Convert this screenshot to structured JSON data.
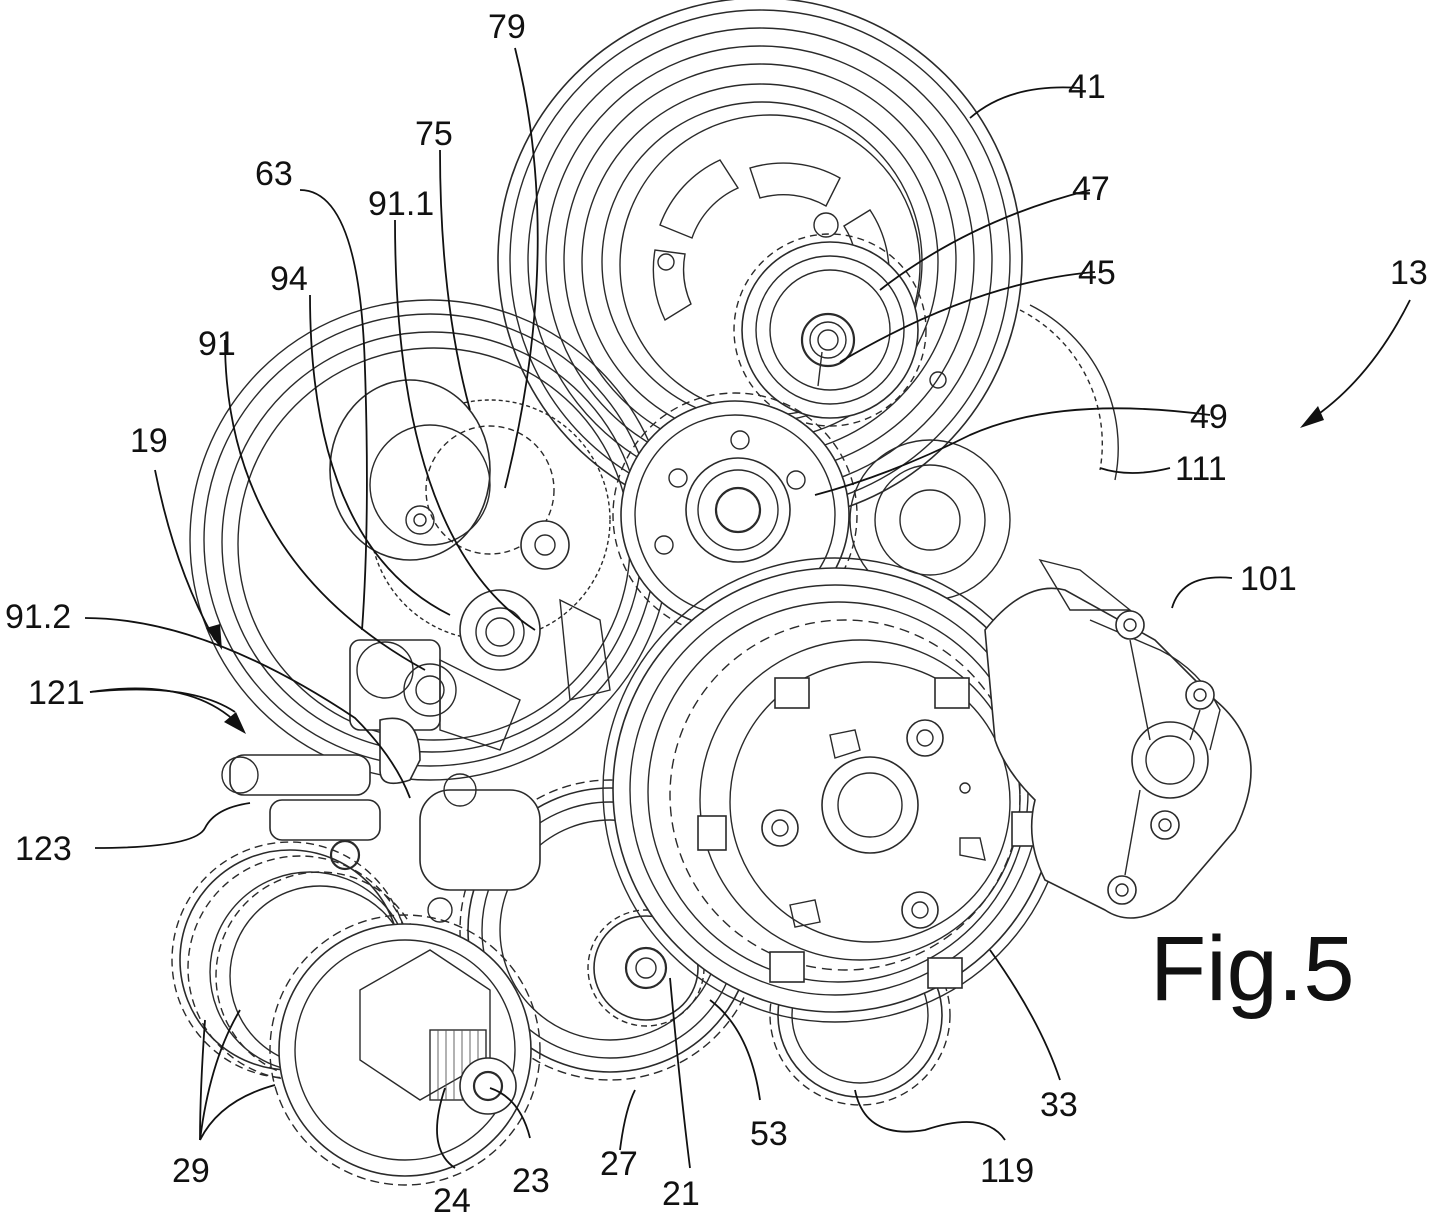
{
  "figure": {
    "title": "Fig.5",
    "labels": {
      "l41": "41",
      "l47": "47",
      "l45": "45",
      "l13": "13",
      "l49": "49",
      "l111": "111",
      "l101": "101",
      "l79": "79",
      "l75": "75",
      "l911": "91.1",
      "l63": "63",
      "l94": "94",
      "l91": "91",
      "l19": "19",
      "l912": "91.2",
      "l121": "121",
      "l123": "123",
      "l29": "29",
      "l24": "24",
      "l23": "23",
      "l27": "27",
      "l21": "21",
      "l53": "53",
      "l119": "119",
      "l33": "33"
    }
  }
}
